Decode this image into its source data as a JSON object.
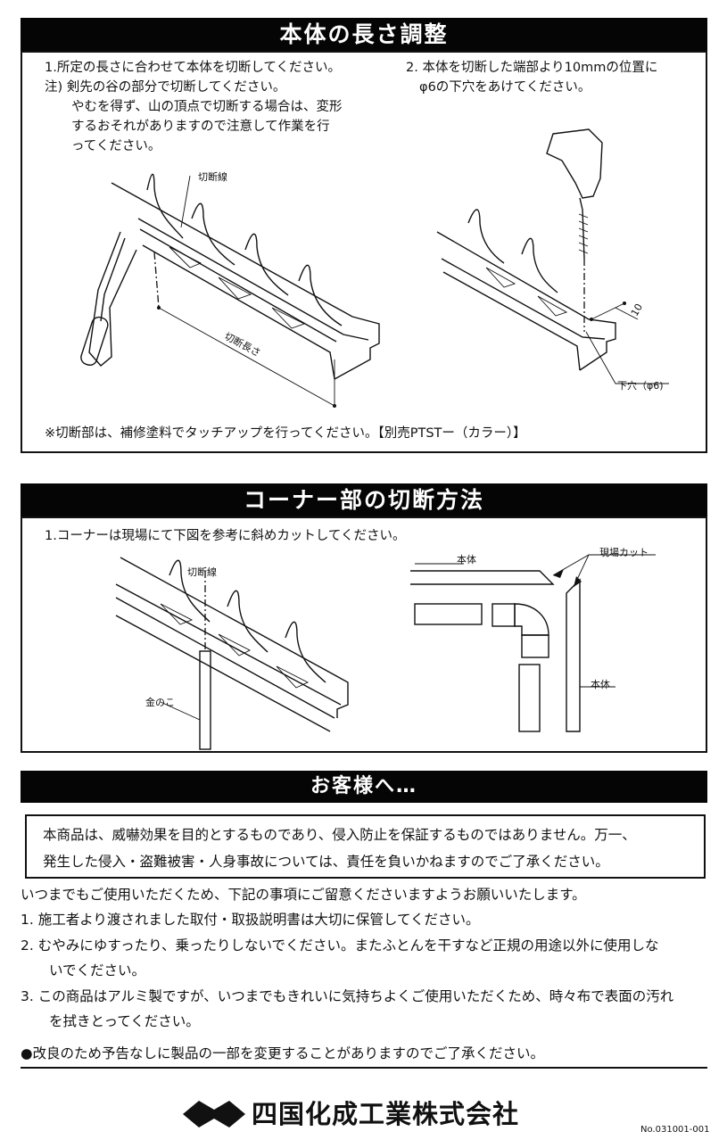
{
  "section1": {
    "title": "本体の長さ調整",
    "step1": "1.所定の長さに合わせて本体を切断してください。",
    "note_l1": "注) 剣先の谷の部分で切断してください。",
    "note_l2": "やむを得ず、山の頂点で切断する場合は、変形",
    "note_l3": "するおそれがありますので注意して作業を行",
    "note_l4": "ってください。",
    "step2_l1": "2. 本体を切断した端部より10mmの位置に",
    "step2_l2": "φ6の下穴をあけてください。",
    "label_cut_line": "切断線",
    "label_cut_length": "切断長さ",
    "label_dim": "10",
    "label_pilot_hole": "下穴（φ6)",
    "footnote": "※切断部は、補修塗料でタッチアップを行ってください。【別売PTSTー（カラー）】"
  },
  "section2": {
    "title": "コーナー部の切断方法",
    "step1": "1.コーナーは現場にて下図を参考に斜めカットしてください。",
    "label_cut_line": "切断線",
    "label_saw": "金のこ",
    "label_body_top": "本体",
    "label_field_cut": "現場カット",
    "label_body_right": "本体"
  },
  "section3": {
    "title": "お客様へ…",
    "notice_l1": "本商品は、威嚇効果を目的とするものであり、侵入防止を保証するものではありません。万一、",
    "notice_l2": "発生した侵入・盗難被害・人身事故については、責任を負いかねますのでご了承ください。",
    "intro": "いつまでもご使用いただくため、下記の事項にご留意くださいますようお願いいたします。",
    "item1": "1.  施工者より渡されました取付・取扱説明書は大切に保管してください。",
    "item2_l1": "2.  むやみにゆすったり、乗ったりしないでください。またふとんを干すなど正規の用途以外に使用しな",
    "item2_l2": "いでください。",
    "item3_l1": "3.  この商品はアルミ製ですが、いつまでもきれいに気持ちよくご使用いただくため、時々布で表面の汚れ",
    "item3_l2": "を拭きとってください。",
    "disclaimer": "●改良のため予告なしに製品の一部を変更することがありますのでご了承ください。"
  },
  "footer": {
    "company": "四国化成工業株式会社",
    "doc_no": "No.031001-001"
  }
}
